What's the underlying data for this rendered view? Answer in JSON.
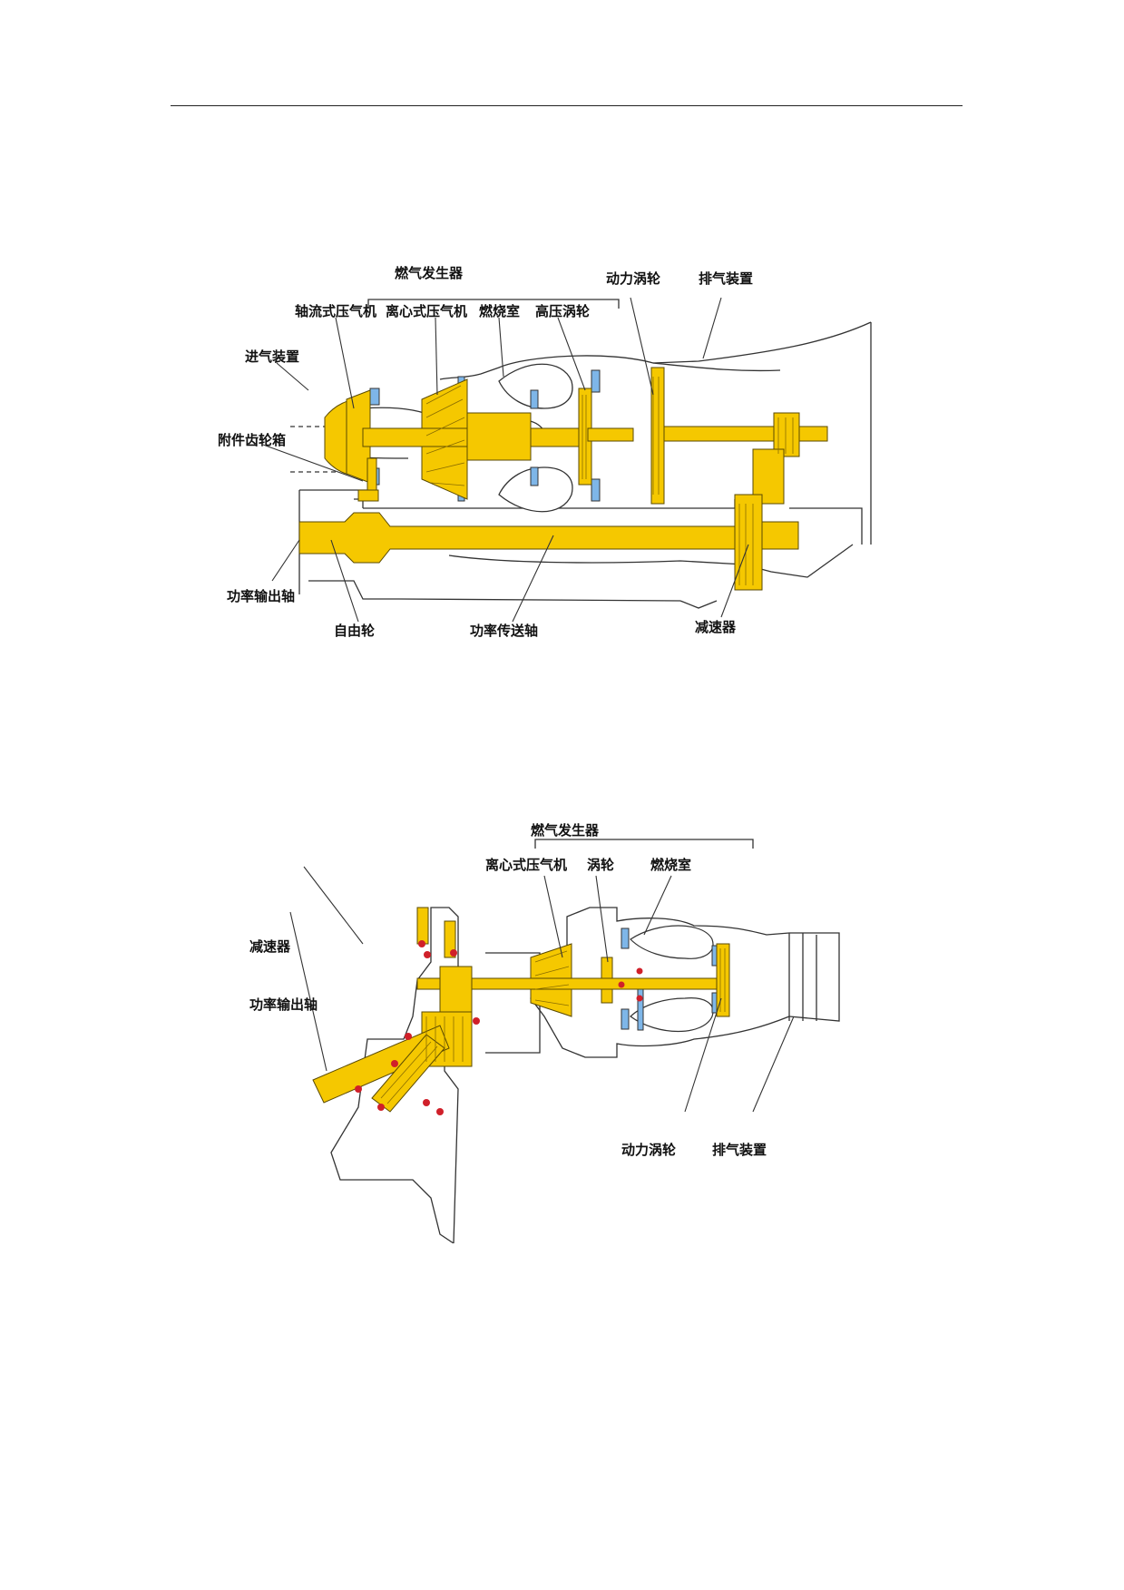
{
  "figure1": {
    "labels": {
      "gas_generator": "燃气发生器",
      "axial_compressor": "轴流式压气机",
      "centrifugal_compressor": "离心式压气机",
      "combustion_chamber": "燃烧室",
      "hp_turbine": "高压涡轮",
      "power_turbine": "动力涡轮",
      "exhaust": "排气装置",
      "intake": "进气装置",
      "accessory_gearbox": "附件齿轮箱",
      "power_output_shaft": "功率输出轴",
      "freewheel": "自由轮",
      "power_transmission_shaft": "功率传送轴",
      "reducer": "减速器"
    }
  },
  "figure2": {
    "labels": {
      "gas_generator": "燃气发生器",
      "centrifugal_compressor": "离心式压气机",
      "turbine": "涡轮",
      "combustion_chamber": "燃烧室",
      "reducer": "减速器",
      "power_output_shaft": "功率输出轴",
      "power_turbine": "动力涡轮",
      "exhaust": "排气装置"
    }
  },
  "colors": {
    "gold": "#F5C800",
    "orange_gold": "#F0B000",
    "blue": "#7EB6E8",
    "red": "#D0202A",
    "outline": "#333333"
  }
}
